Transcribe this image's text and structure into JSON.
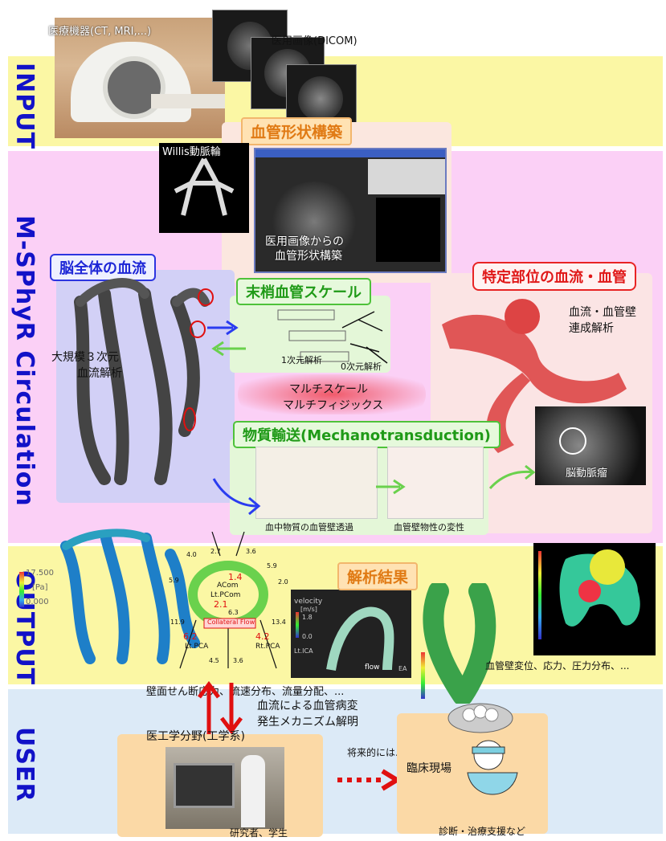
{
  "bands": {
    "input": "INPUT",
    "circulation": "M-SPhyR Circulation",
    "output": "OUTPUT",
    "user": "USER"
  },
  "input": {
    "medical_devices": "医療機器(CT, MRI,...)",
    "medical_images": "医用画像(DICOM)"
  },
  "vessel_shape": {
    "title": "血管形状構築",
    "willis": "Willis動脈輪",
    "caption_line1": "医用画像からの",
    "caption_line2": "血管形状構築"
  },
  "brain_flow": {
    "title": "脳全体の血流",
    "caption_line1": "大規模３次元",
    "caption_line2": "血流解析"
  },
  "peripheral": {
    "title": "末梢血管スケール",
    "label_1d": "1次元解析",
    "label_0d": "0次元解析"
  },
  "multiscale": {
    "line1": "マルチスケール",
    "line2": "マルチフィジックス"
  },
  "specific_site": {
    "title": "特定部位の血流・血管",
    "caption_line1": "血流・血管壁",
    "caption_line2": "連成解析",
    "aneurysm": "脳動脈瘤"
  },
  "mass_transport": {
    "title": "物質輸送(Mechanotransduction)",
    "caption_left": "血中物質の血管壁透過",
    "caption_right": "血管壁物性の変性"
  },
  "output": {
    "title": "解析結果",
    "legend_max": "17.500",
    "legend_unit": "[Pa]",
    "legend_min": "0.000",
    "caption_left": "壁面せん断応力、流速分布、流量分配、...",
    "caption_right": "血管壁変位、応力、圧力分布、...",
    "collateral": "Collateral Flow",
    "acom": "ACom",
    "ltpcom": "Lt.PCom",
    "ltpca": "Lt.PCA",
    "rtpca": "Rt.PCA",
    "v_acom": "1.4",
    "v_ltpcom": "2.1",
    "v_ltpca": "6.2",
    "v_rtpca": "4.2",
    "v_63": "6.3",
    "v_119": "11.9",
    "v_134": "13.4",
    "v_45": "4.5",
    "v_36b": "3.6",
    "v_40": "4.0",
    "v_27": "2.7",
    "v_36": "3.6",
    "v_59a": "5.9",
    "v_59b": "5.9",
    "v_20": "2.0",
    "velocity": "velocity",
    "velocity_unit": "[m/s]",
    "vel_max": "1.8",
    "vel_min": "0.0",
    "flow": "flow",
    "ltica": "Lt.ICA",
    "ea": "EA"
  },
  "user": {
    "mechanism_line1": "血流による血管病変",
    "mechanism_line2": "発生メカニズム解明",
    "field": "医工学分野(工学系)",
    "researcher": "研究者、学生",
    "future": "将来的には...",
    "clinical": "臨床現場",
    "support": "診断・治療支援など"
  },
  "colors": {
    "input_band": "#fbf7a4",
    "circ_band": "#fbd0f6",
    "output_band": "#fbf7a4",
    "user_band": "#dceaf7",
    "label_blue": "#1212c8",
    "arrow_red": "#e01010",
    "arrow_blue": "#2a3cf0",
    "arrow_green": "#6ad14d"
  }
}
